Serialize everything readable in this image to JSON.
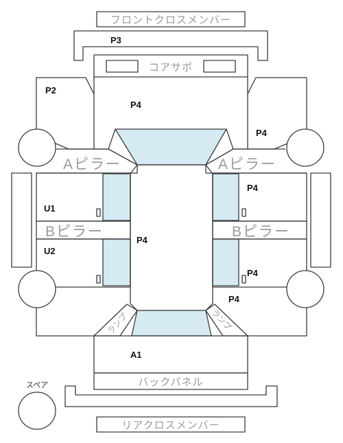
{
  "labels": {
    "front_cross_member": "フロントクロスメンバー",
    "core_support": "コアサポ",
    "a_pillar": "Aピラー",
    "b_pillar": "Bピラー",
    "back_panel": "バックパネル",
    "rear_cross_member": "リアクロスメンバー",
    "spare": "スペア",
    "lamp": "ランプ"
  },
  "parts": {
    "p3": "P3",
    "p2": "P2",
    "p4": "P4",
    "u1": "U1",
    "u2": "U2",
    "a1": "A1"
  }
}
